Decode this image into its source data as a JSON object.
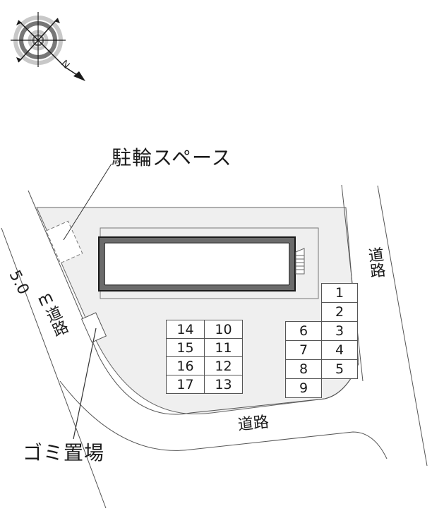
{
  "compass": {
    "icon": "compass-north-arrow-icon",
    "north_label": "N"
  },
  "labels": {
    "bicycle_space": "駐輪スペース",
    "garbage_area": "ゴミ置場",
    "left_road": "5.0ｍ道路",
    "left_road_width": "5.0",
    "left_road_unit": "m道路",
    "right_road": "道路",
    "bottom_road": "道路"
  },
  "parking": {
    "left_block": [
      [
        "14",
        "10"
      ],
      [
        "15",
        "11"
      ],
      [
        "16",
        "12"
      ],
      [
        "17",
        "13"
      ]
    ],
    "right_block": [
      [
        "",
        "1"
      ],
      [
        "",
        "2"
      ],
      [
        "6",
        "3"
      ],
      [
        "7",
        "4"
      ],
      [
        "8",
        "5"
      ],
      [
        "9",
        ""
      ]
    ]
  },
  "colors": {
    "lot_fill": "#efefef",
    "building_wall": "#6b6b6b",
    "lines": "#555555",
    "background": "#ffffff"
  }
}
